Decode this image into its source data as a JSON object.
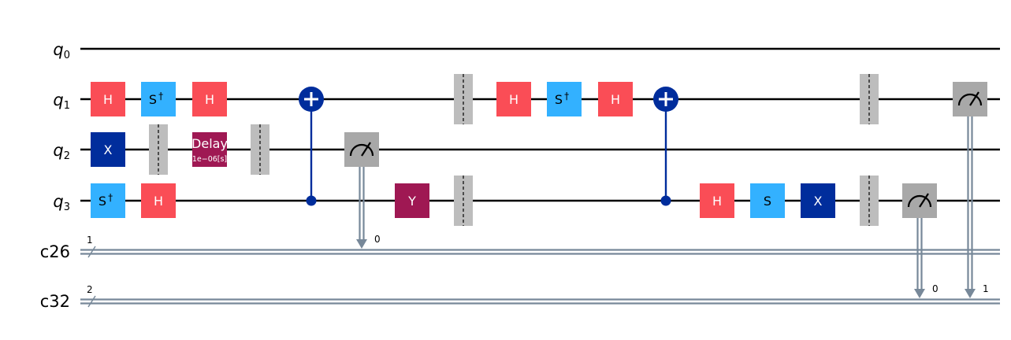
{
  "colors": {
    "h": "#FA4D56",
    "sdg": "#33B1FF",
    "s": "#33B1FF",
    "x": "#002D9C",
    "y": "#9F1853",
    "delay": "#9F1853",
    "barrier": "#BDBDBD",
    "measure": "#A8A8A8",
    "classical": "#778899",
    "control": "#002D9C",
    "wire": "#000000"
  },
  "wires": {
    "quantum": [
      {
        "base": "q",
        "sub": "0"
      },
      {
        "base": "q",
        "sub": "1"
      },
      {
        "base": "q",
        "sub": "2"
      },
      {
        "base": "q",
        "sub": "3"
      }
    ],
    "classical": [
      {
        "label": "c26",
        "size": "1"
      },
      {
        "label": "c32",
        "size": "2"
      }
    ]
  },
  "gates": [
    {
      "type": "h",
      "label": "H",
      "qubit": 1,
      "col": 0
    },
    {
      "type": "x",
      "label": "X",
      "qubit": 2,
      "col": 0
    },
    {
      "type": "sdg",
      "label": "S",
      "sup": "†",
      "qubit": 3,
      "col": 0
    },
    {
      "type": "sdg",
      "label": "S",
      "sup": "†",
      "qubit": 1,
      "col": 1
    },
    {
      "type": "h",
      "label": "H",
      "qubit": 3,
      "col": 1
    },
    {
      "type": "h",
      "label": "H",
      "qubit": 1,
      "col": 2
    },
    {
      "type": "delay",
      "label": "Delay",
      "sub": "1e−06[s]",
      "qubit": 2,
      "col": 2
    },
    {
      "type": "y",
      "label": "Y",
      "qubit": 3,
      "col": 6
    },
    {
      "type": "h",
      "label": "H",
      "qubit": 1,
      "col": 8
    },
    {
      "type": "sdg",
      "label": "S",
      "sup": "†",
      "qubit": 1,
      "col": 9
    },
    {
      "type": "h",
      "label": "H",
      "qubit": 1,
      "col": 10
    },
    {
      "type": "h",
      "label": "H",
      "qubit": 3,
      "col": 12
    },
    {
      "type": "s",
      "label": "S",
      "qubit": 3,
      "col": 13
    },
    {
      "type": "x",
      "label": "X",
      "qubit": 3,
      "col": 14
    }
  ],
  "barriers": [
    {
      "qubits": [
        2
      ],
      "col": 1
    },
    {
      "qubits": [
        2
      ],
      "col": 3
    },
    {
      "qubits": [
        1
      ],
      "col": 7
    },
    {
      "qubits": [
        3
      ],
      "col": 7
    },
    {
      "qubits": [
        1
      ],
      "col": 15
    },
    {
      "qubits": [
        3
      ],
      "col": 15
    }
  ],
  "cnots": [
    {
      "control": 3,
      "target": 1,
      "col": 4
    },
    {
      "control": 3,
      "target": 1,
      "col": 11
    }
  ],
  "measures": [
    {
      "qubit": 2,
      "creg": 0,
      "bit": "0",
      "col": 5
    },
    {
      "qubit": 3,
      "creg": 1,
      "bit": "0",
      "col": 16
    },
    {
      "qubit": 1,
      "creg": 1,
      "bit": "1",
      "col": 17
    }
  ]
}
